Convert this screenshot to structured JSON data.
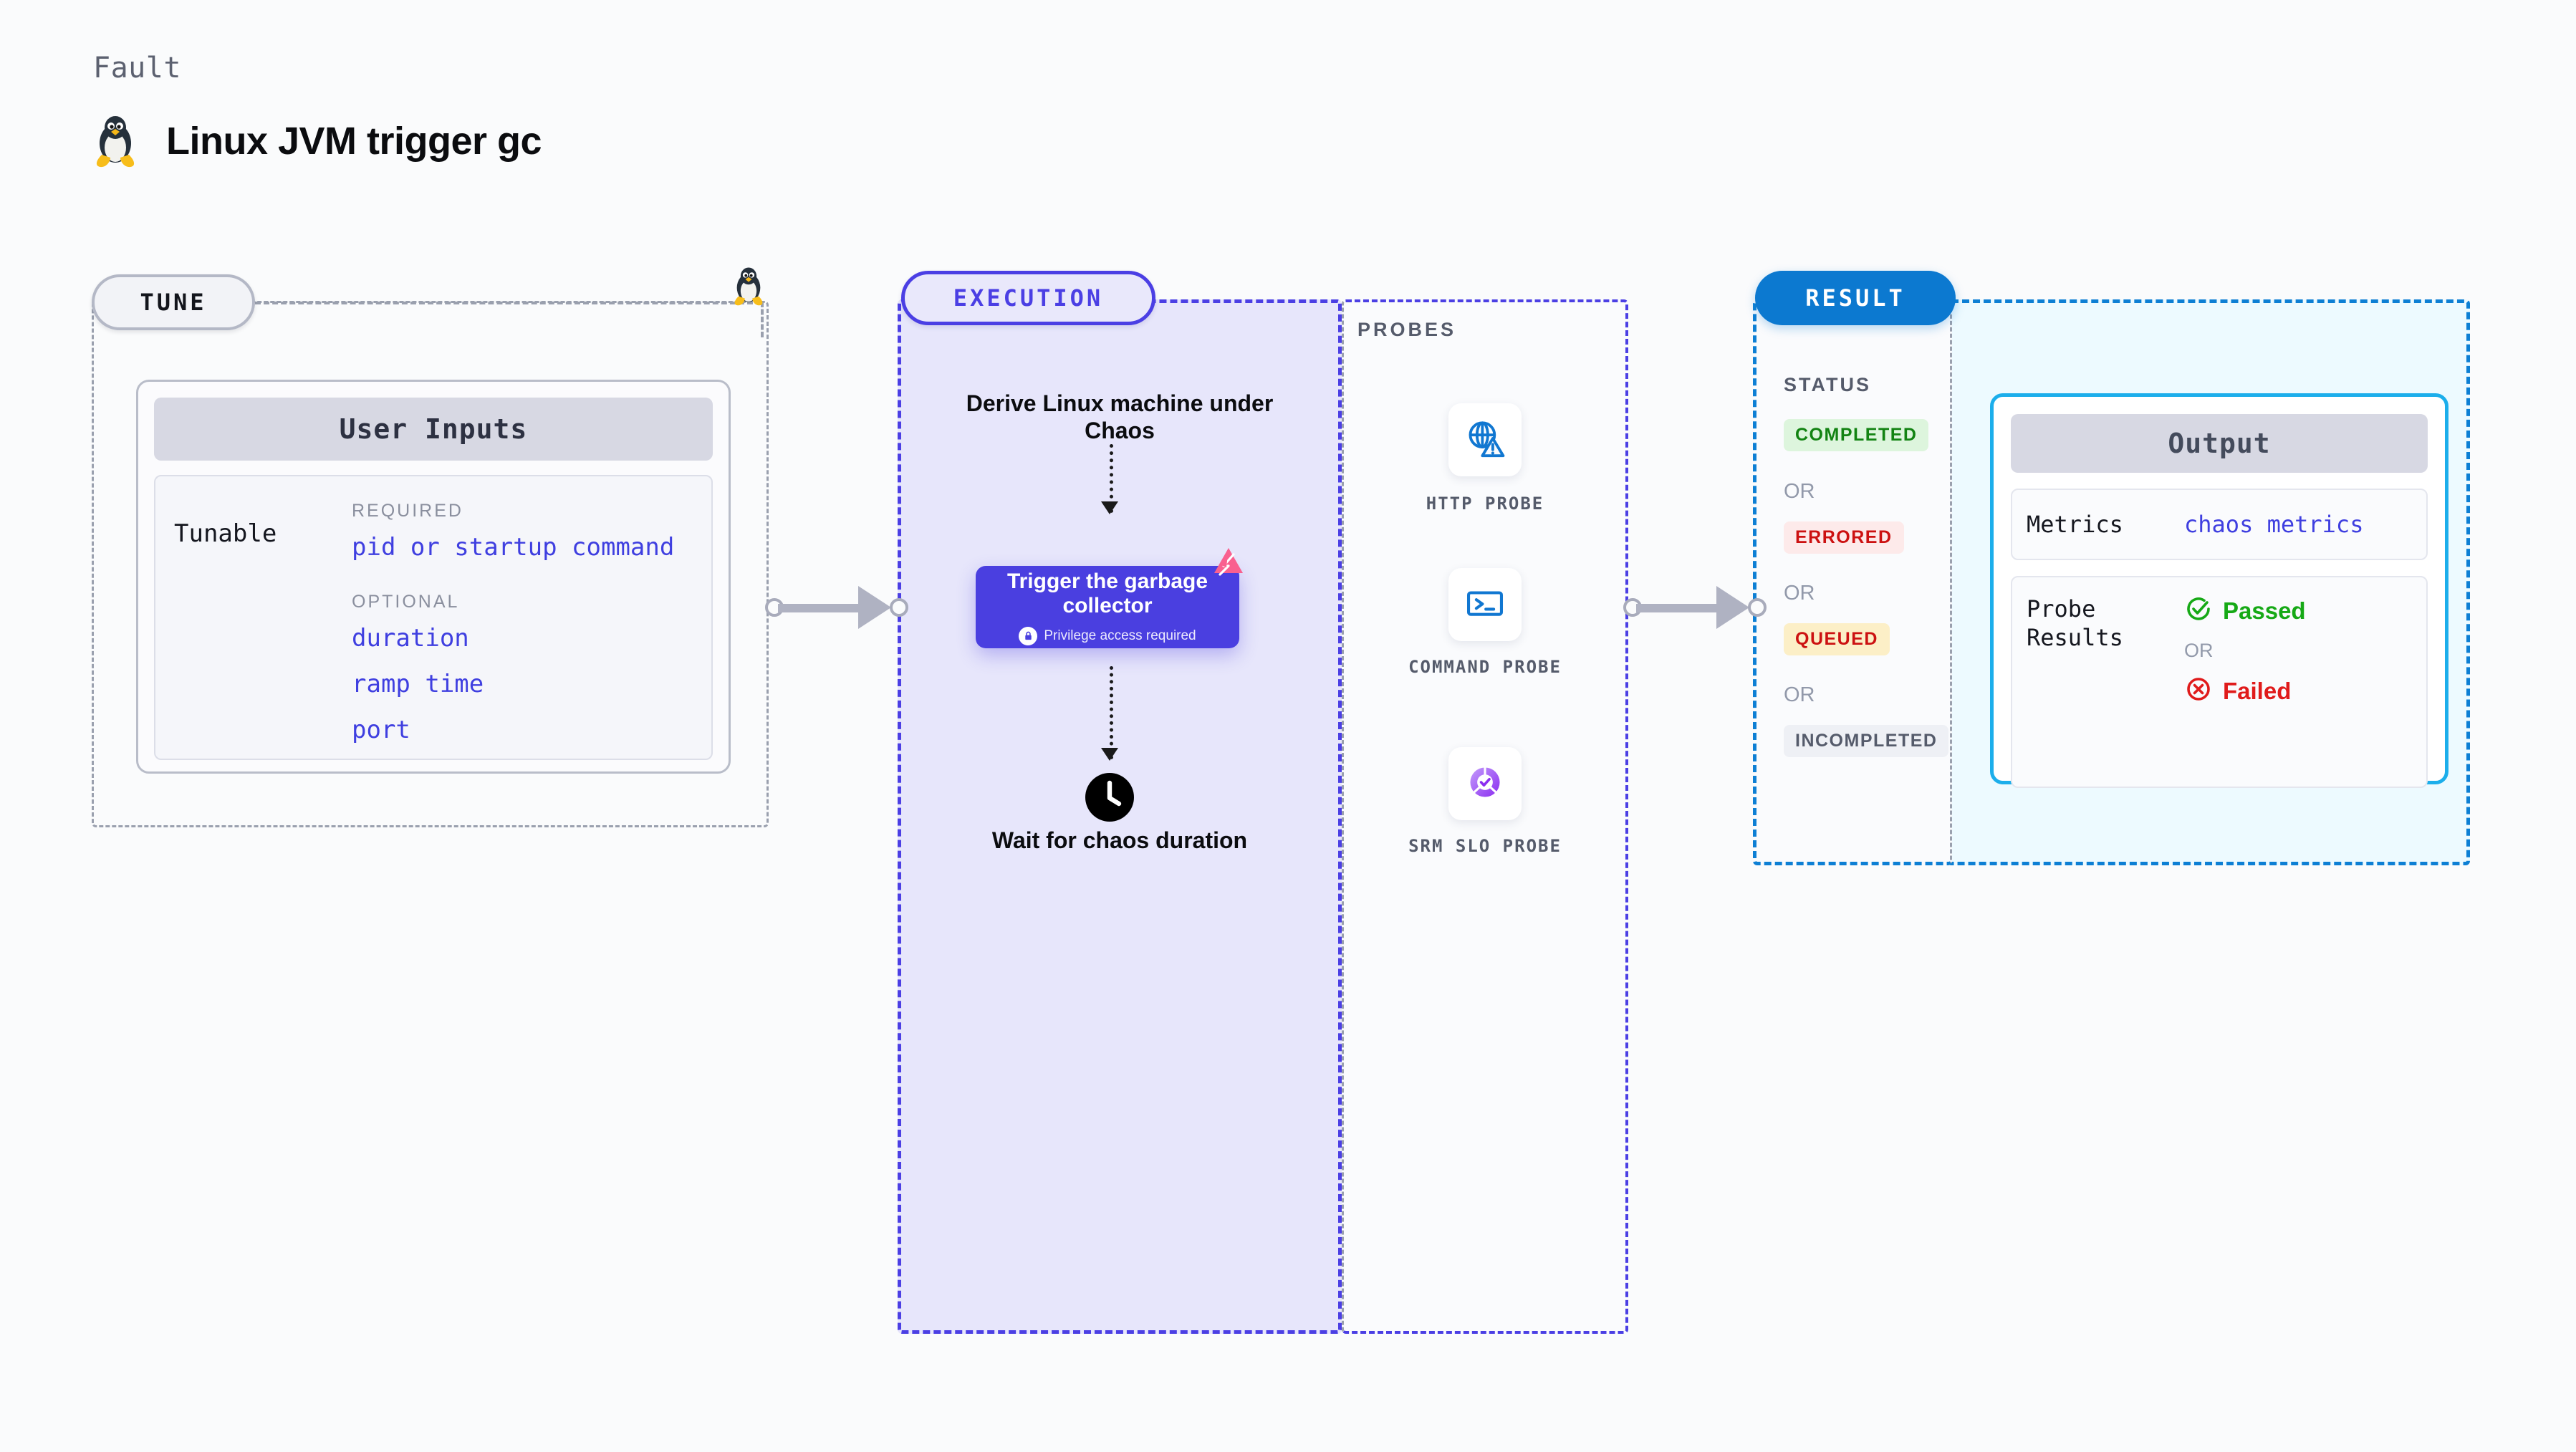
{
  "header": {
    "kicker": "Fault",
    "title": "Linux JVM trigger gc",
    "icon": "linux-tux-icon"
  },
  "tune": {
    "badge": "TUNE",
    "icon": "linux-tux-icon",
    "card": {
      "header": "User Inputs",
      "key_label": "Tunable",
      "required_label": "REQUIRED",
      "required_items": [
        "pid or startup command"
      ],
      "optional_label": "OPTIONAL",
      "optional_items": [
        "duration",
        "ramp time",
        "port"
      ]
    }
  },
  "execution": {
    "badge": "EXECUTION",
    "steps": {
      "derive": "Derive Linux machine under Chaos",
      "trigger_title": "Trigger the garbage collector",
      "trigger_note": "Privilege access required",
      "trigger_icon": "lock-icon",
      "trigger_mark": "litmus-chaos-mark",
      "wait": "Wait for chaos duration",
      "wait_icon": "clock-icon"
    }
  },
  "probes": {
    "title": "PROBES",
    "items": [
      {
        "label": "HTTP PROBE",
        "icon": "globe-warning-icon"
      },
      {
        "label": "COMMAND PROBE",
        "icon": "terminal-prompt-icon"
      },
      {
        "label": "SRM SLO PROBE",
        "icon": "slo-check-icon"
      }
    ]
  },
  "result": {
    "badge": "RESULT",
    "status_title": "STATUS",
    "or_label": "OR",
    "statuses": [
      "COMPLETED",
      "ERRORED",
      "QUEUED",
      "INCOMPLETED"
    ],
    "output": {
      "header": "Output",
      "metrics_key": "Metrics",
      "metrics_value": "chaos metrics",
      "probe_key": "Probe Results",
      "passed": "Passed",
      "failed": "Failed",
      "or_label": "OR",
      "passed_icon": "check-circle-icon",
      "failed_icon": "x-circle-icon"
    }
  },
  "colors": {
    "accent_indigo": "#4a3fe0",
    "accent_blue": "#0c79d0",
    "accent_cyan": "#1caeeb",
    "pass_green": "#16a916",
    "fail_red": "#e01b1b",
    "warn_amber": "#cc1111",
    "muted_gray": "#9aa0ae",
    "exec_fill": "#e7e6fb",
    "result_fill": "#edfaff",
    "pink_mark": "#f9608f"
  }
}
